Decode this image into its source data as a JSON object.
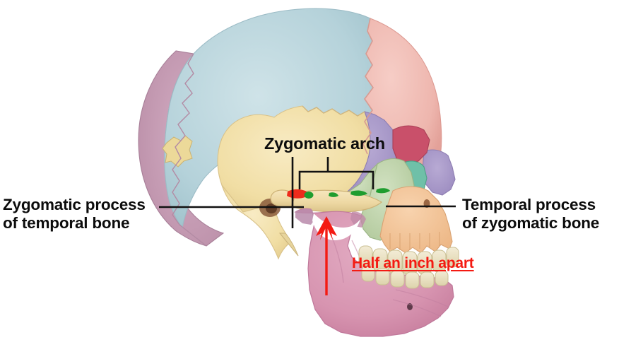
{
  "figure": {
    "title": "Zygomatic arch",
    "view": "lateral skull",
    "background_color": "#ffffff"
  },
  "labels": {
    "left": {
      "text": "Zygomatic process\nof temporal bone",
      "color": "#0c0c0c"
    },
    "right": {
      "text": "Temporal process\nof zygomatic bone",
      "color": "#0c0c0c"
    },
    "top": {
      "text": "Zygomatic arch",
      "color": "#0c0c0c"
    }
  },
  "annotation": {
    "text": "Half an inch apart",
    "color": "#f41a12",
    "underlined": true
  },
  "markers": {
    "suture_red": "#ee2b1c",
    "suture_green": "#1f9d2f",
    "arrow_color": "#f41a12",
    "leader_color": "#111111"
  },
  "bone_colors": {
    "parietal": "#b9d5dc",
    "frontal": "#eeb6ae",
    "temporal_squama": "#f2dfa8",
    "occipital": "#c69cb3",
    "sphenoid": "#a99ac8",
    "zygomatic": "#c2d6ae",
    "maxilla": "#f2c295",
    "mandible": "#d794b0",
    "nasal": "#c9506a",
    "lacrimal": "#6fc0a8",
    "teeth": "#ece4c8",
    "sutural_bone": "#ecd999"
  }
}
